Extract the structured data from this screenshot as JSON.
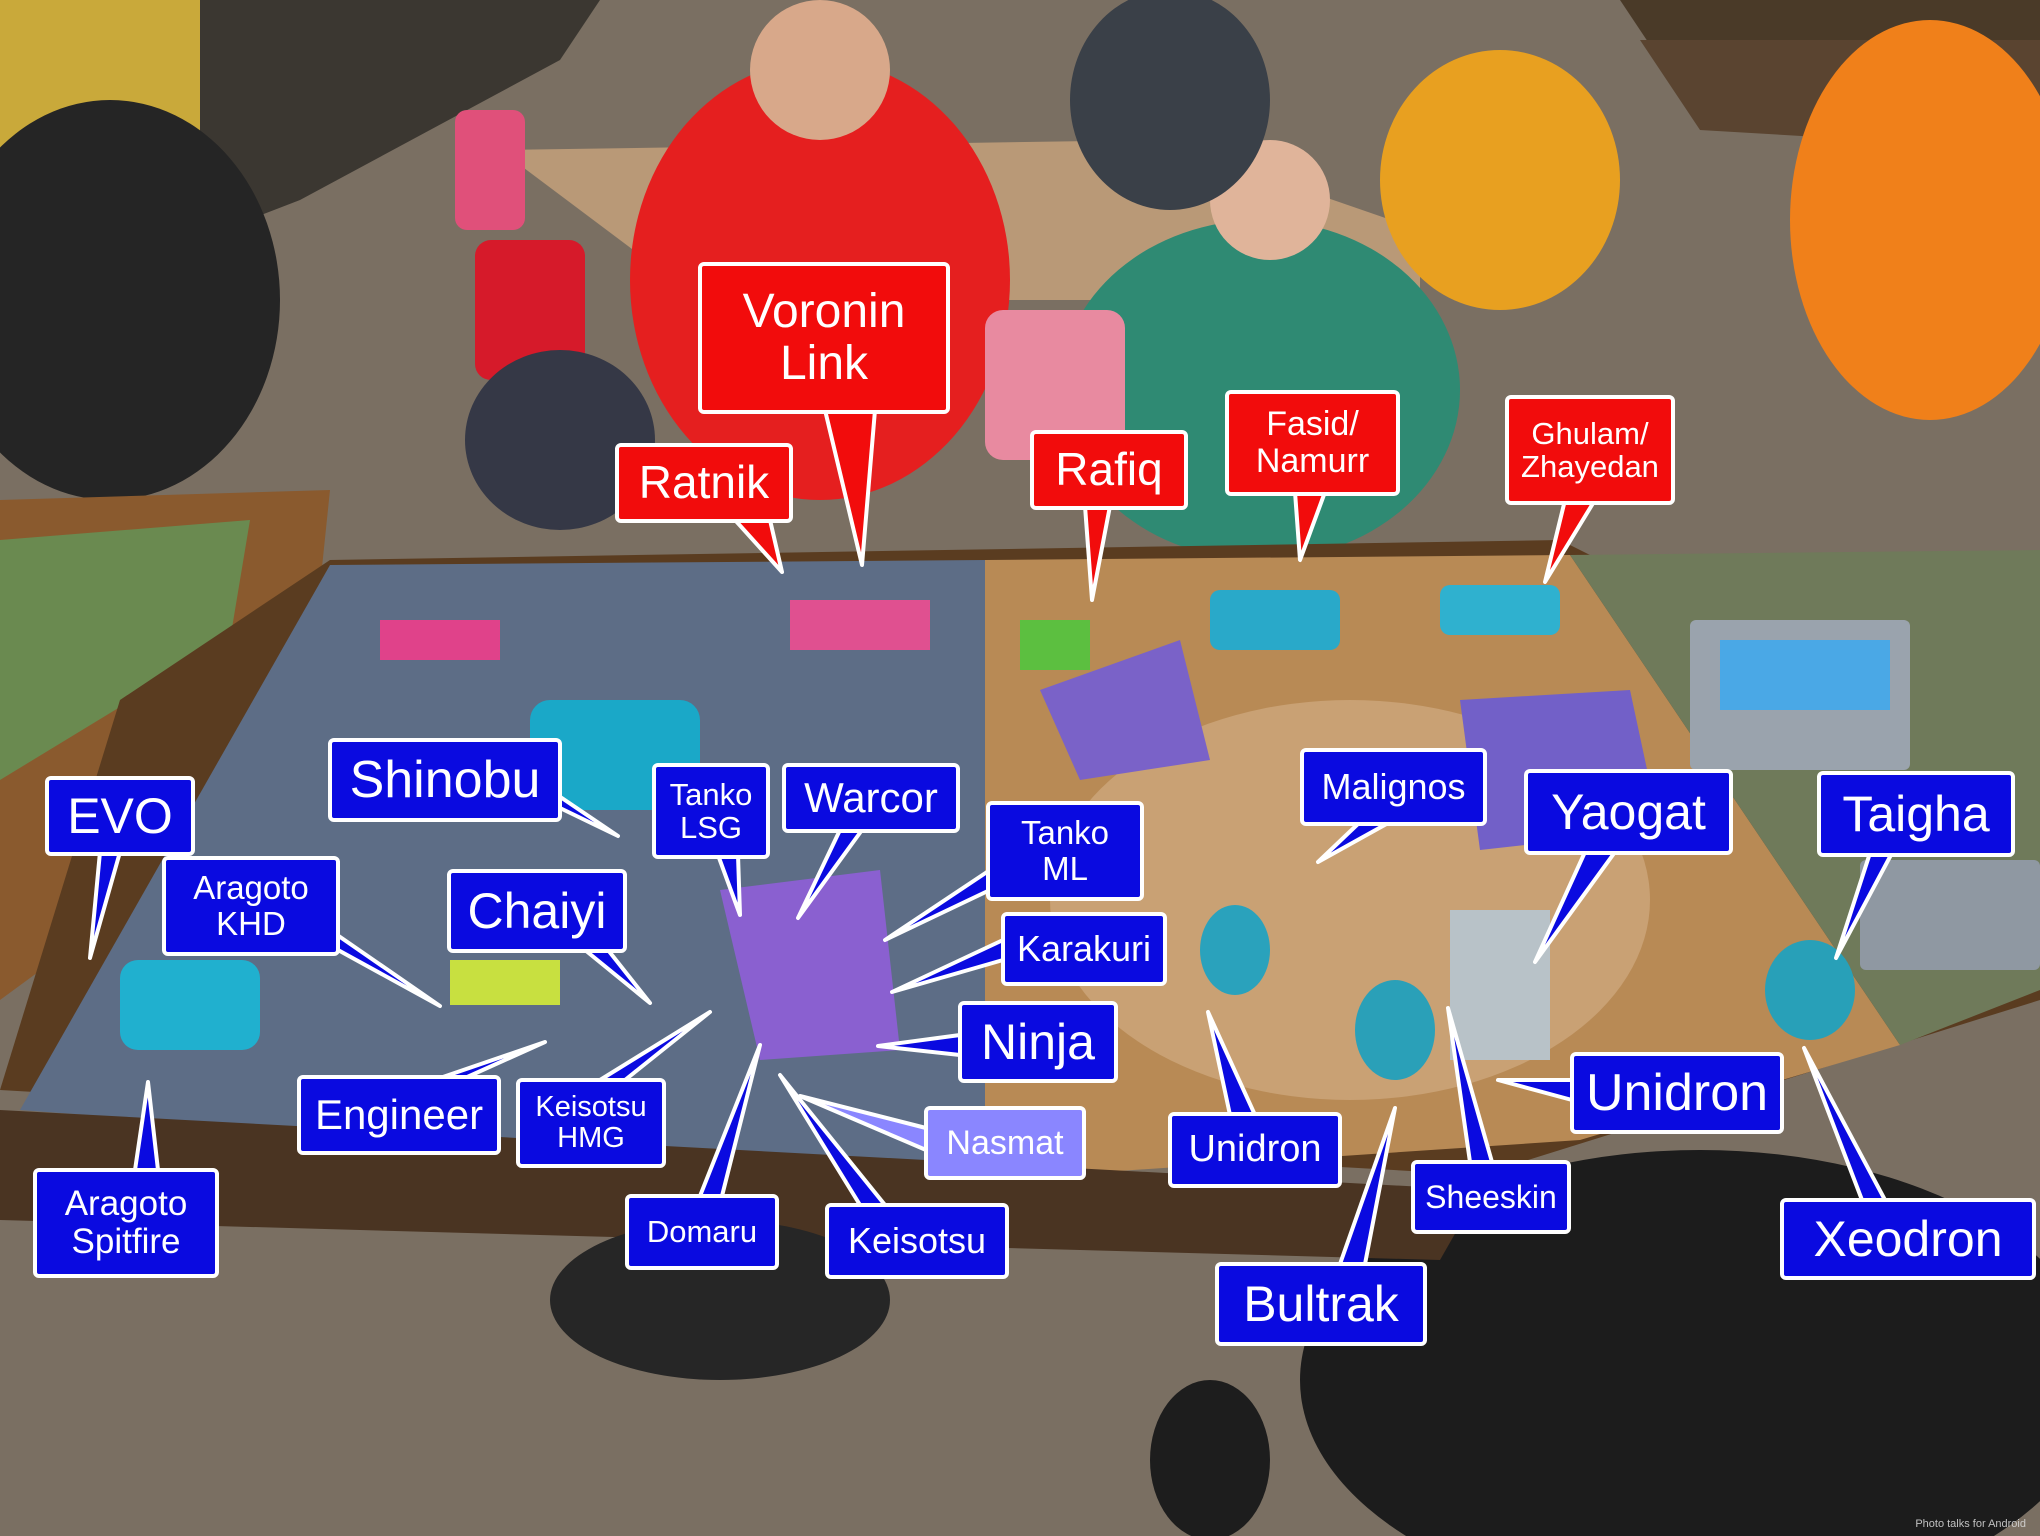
{
  "photo": {
    "description_colors": {
      "blue_label": "#0a0ae0",
      "red_label": "#f20c0c",
      "nasmat_label": "#8a86ff"
    }
  },
  "labels": {
    "voronin_link": "Voronin\nLink",
    "ratnik": "Ratnik",
    "rafiq": "Rafiq",
    "fasid_namurr": "Fasid/\nNamurr",
    "ghulam_zhayedan": "Ghulam/\nZhayedan",
    "shinobu": "Shinobu",
    "tanko_lsg": "Tanko\nLSG",
    "warcor": "Warcor",
    "tanko_ml": "Tanko\nML",
    "evo": "EVO",
    "aragoto_khd": "Aragoto\nKHD",
    "chaiyi": "Chaiyi",
    "karakuri": "Karakuri",
    "malignos": "Malignos",
    "yaogat": "Yaogat",
    "taigha": "Taigha",
    "ninja": "Ninja",
    "engineer": "Engineer",
    "keisotsu_hmg": "Keisotsu\nHMG",
    "nasmat": "Nasmat",
    "unidron_left": "Unidron",
    "unidron_right": "Unidron",
    "aragoto_spitfire": "Aragoto\nSpitfire",
    "domaru": "Domaru",
    "keisotsu": "Keisotsu",
    "sheeskin": "Sheeskin",
    "xeodron": "Xeodron",
    "bultrak": "Bultrak"
  },
  "watermark": "Photo talks for Android"
}
